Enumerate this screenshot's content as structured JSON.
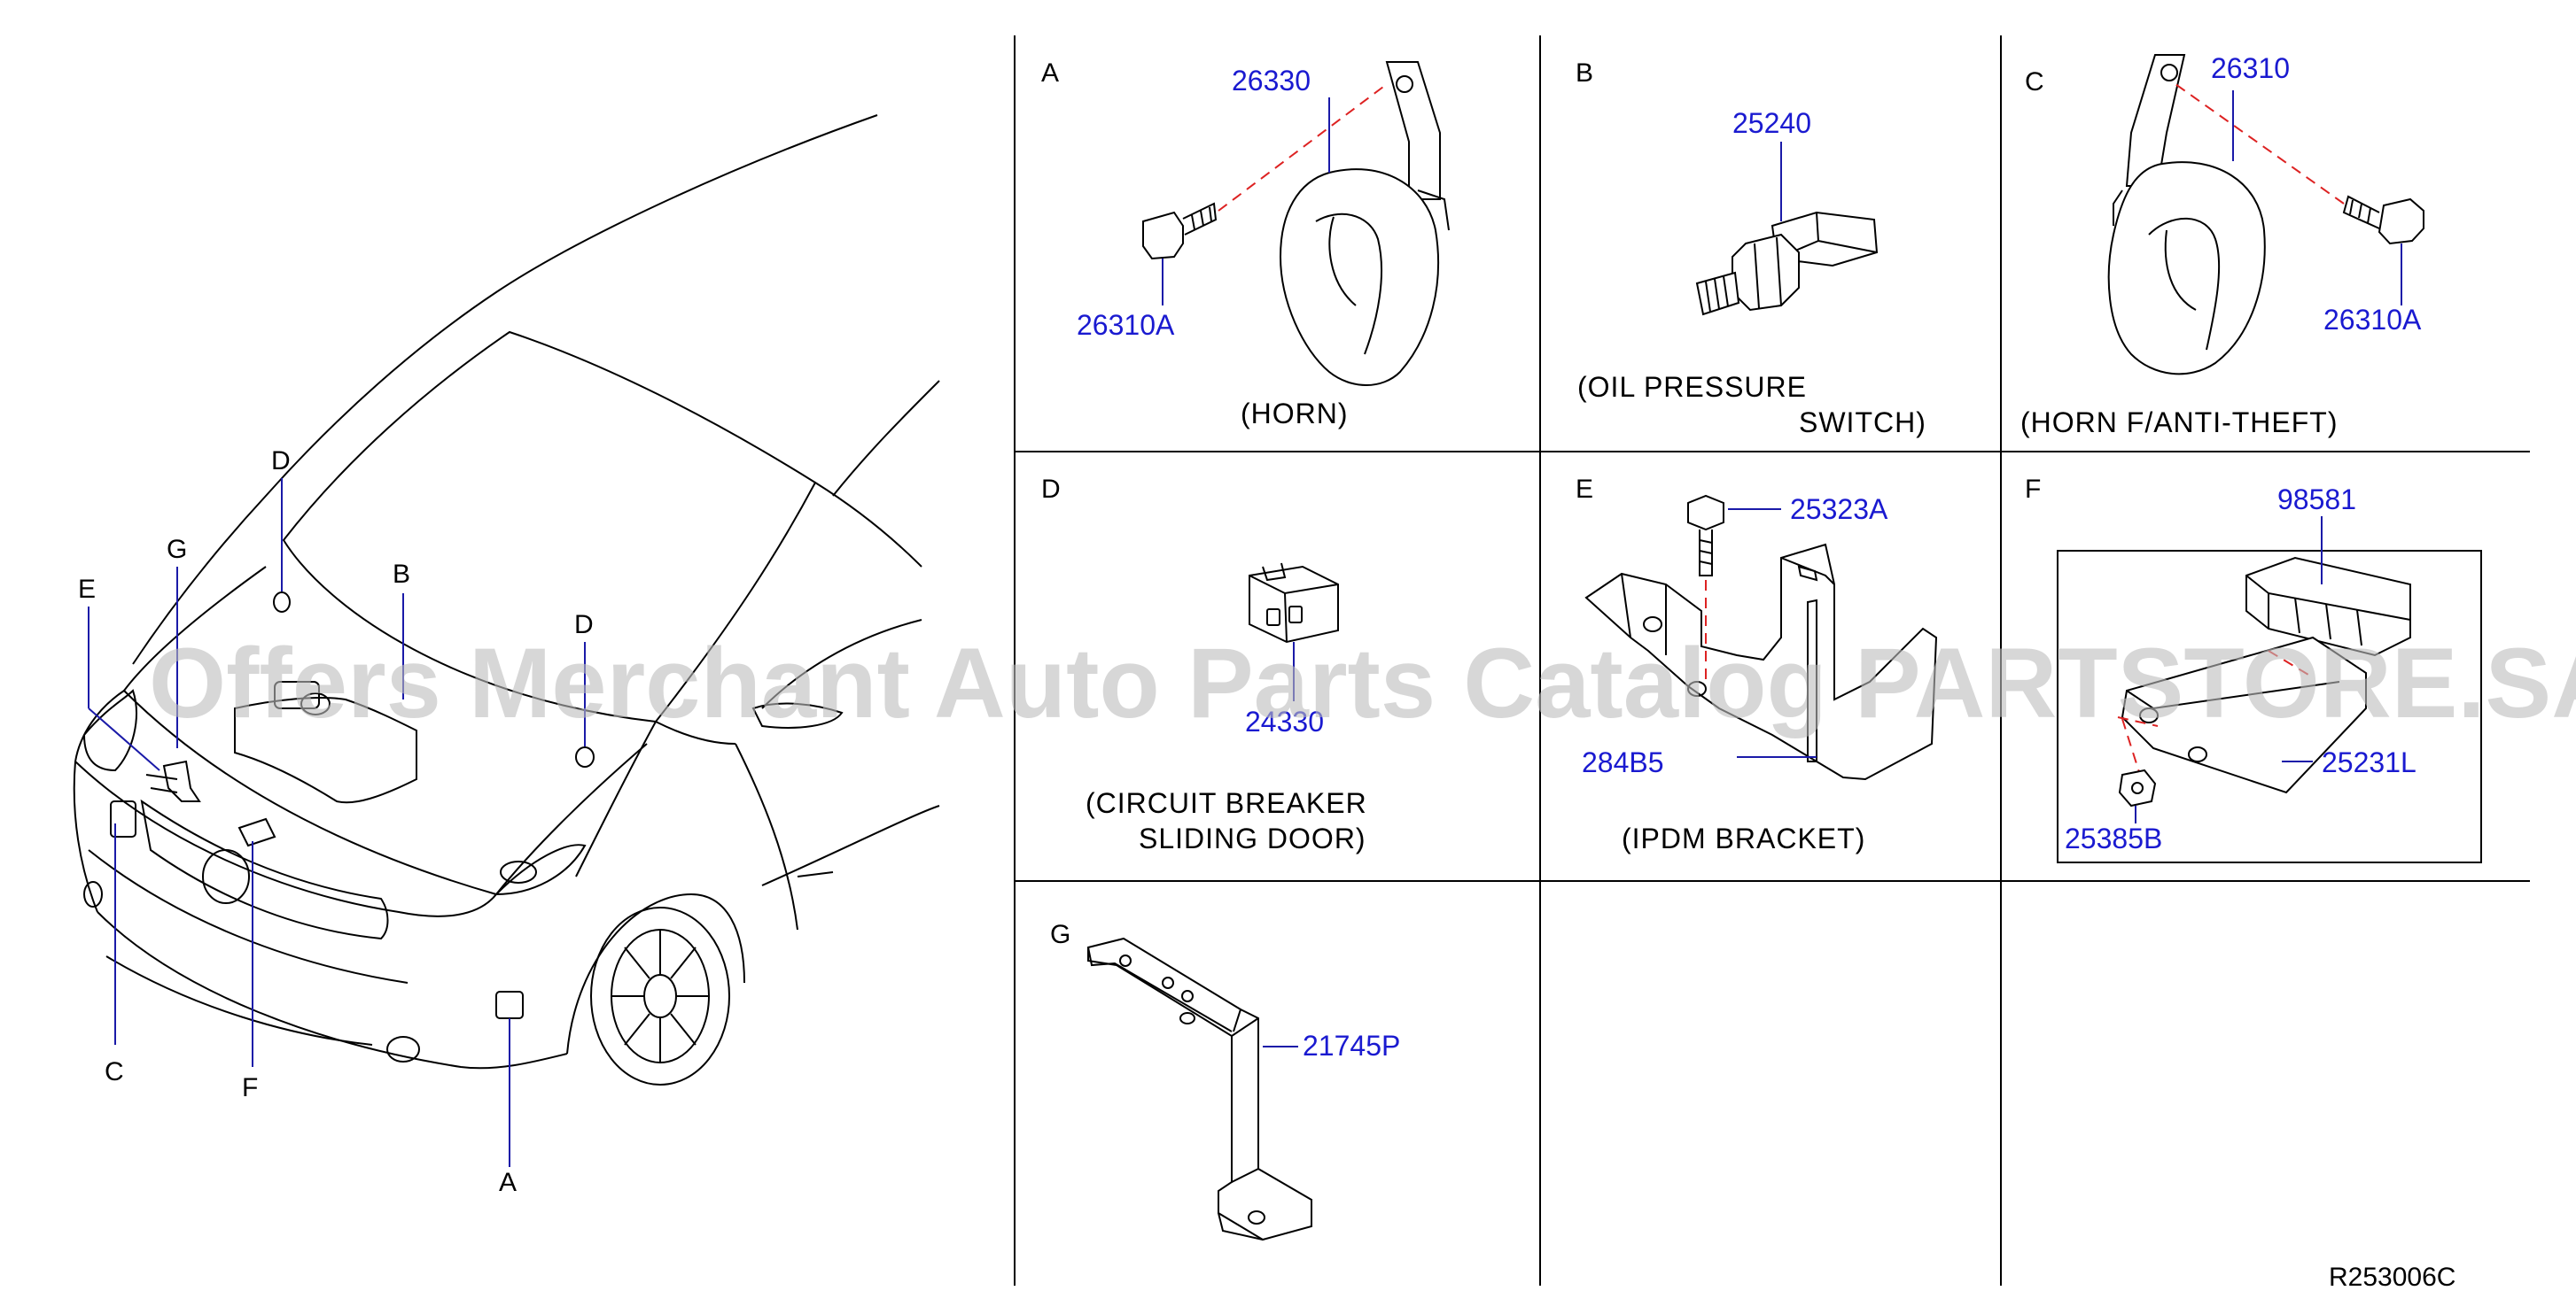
{
  "diagram_code": "R253006C",
  "watermark": "Offers Merchant Auto Parts Catalog PARTSTORE.SA",
  "vehicle_callouts": [
    "D",
    "G",
    "B",
    "E",
    "D",
    "C",
    "F",
    "A"
  ],
  "panels": {
    "A": {
      "letter": "A",
      "parts": [
        "26330",
        "26310A"
      ],
      "caption": [
        "(HORN)"
      ]
    },
    "B": {
      "letter": "B",
      "parts": [
        "25240"
      ],
      "caption": [
        "(OIL   PRESSURE",
        "SWITCH)"
      ]
    },
    "C": {
      "letter": "C",
      "parts": [
        "26310",
        "26310A"
      ],
      "caption": [
        "(HORN   F/ANTI-THEFT)"
      ]
    },
    "D": {
      "letter": "D",
      "parts": [
        "24330"
      ],
      "caption": [
        "(CIRCUIT   BREAKER",
        "SLIDING   DOOR)"
      ]
    },
    "E": {
      "letter": "E",
      "parts": [
        "25323A",
        "284B5"
      ],
      "caption": [
        "(IPDM   BRACKET)"
      ]
    },
    "F": {
      "letter": "F",
      "parts": [
        "98581",
        "25231L",
        "25385B"
      ],
      "caption": []
    },
    "G": {
      "letter": "G",
      "parts": [
        "21745P"
      ],
      "caption": []
    }
  },
  "colors": {
    "part_number": "#1a1ad0",
    "leader": "#1a1aa8",
    "dash": "#d22222",
    "line": "#000000"
  }
}
